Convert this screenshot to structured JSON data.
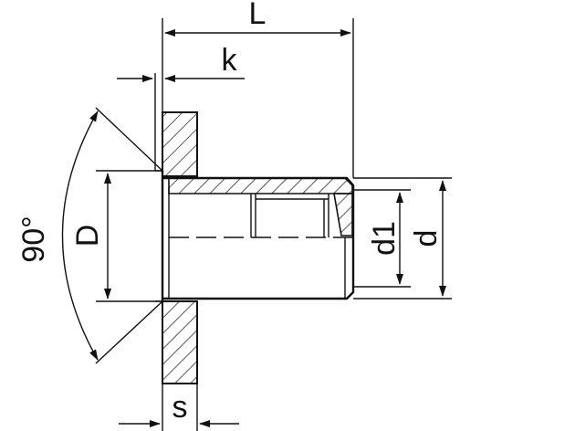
{
  "labels": {
    "length": "L",
    "head_height": "k",
    "angle": "90°",
    "head_diameter": "D",
    "inner_diameter": "d1",
    "outer_diameter": "d",
    "plate_thickness": "s"
  },
  "colors": {
    "line": "#111111",
    "background": "#ffffff"
  }
}
